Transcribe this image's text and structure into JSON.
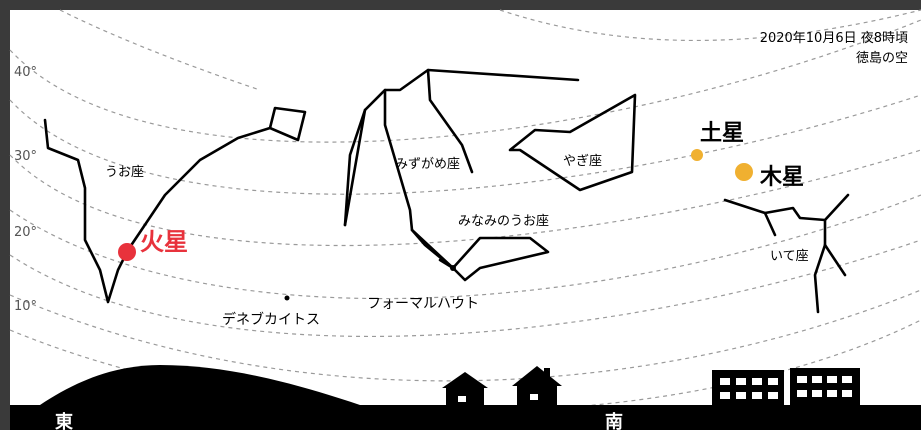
{
  "header": {
    "date_time": "2020年10月6日 夜8時頃",
    "location": "徳島の空"
  },
  "altitude_labels": [
    "40°",
    "30°",
    "20°",
    "10°"
  ],
  "planets": [
    {
      "name": "火星",
      "color": "#e8323c"
    },
    {
      "name": "土星",
      "color": "#f0b030"
    },
    {
      "name": "木星",
      "color": "#f0b030"
    }
  ],
  "constellations": [
    "うお座",
    "みずがめ座",
    "やぎ座",
    "みなみのうお座",
    "いて座"
  ],
  "stars": [
    "デネブカイトス",
    "フォーマルハウト"
  ],
  "directions": [
    "東",
    "南"
  ]
}
